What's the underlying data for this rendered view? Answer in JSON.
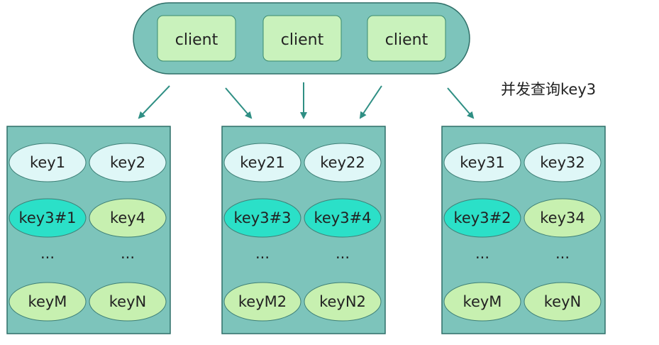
{
  "title": "并发查询key3",
  "clients": [
    "client",
    "client",
    "client"
  ],
  "nodes": [
    {
      "keys": [
        {
          "label": "key1",
          "kind": "plain"
        },
        {
          "label": "key2",
          "kind": "plain"
        },
        {
          "label": "key3#1",
          "kind": "hot"
        },
        {
          "label": "key4",
          "kind": "normal"
        },
        {
          "label": "...",
          "kind": "ellipsis"
        },
        {
          "label": "...",
          "kind": "ellipsis"
        },
        {
          "label": "keyM",
          "kind": "normal"
        },
        {
          "label": "keyN",
          "kind": "normal"
        }
      ]
    },
    {
      "keys": [
        {
          "label": "key21",
          "kind": "plain"
        },
        {
          "label": "key22",
          "kind": "plain"
        },
        {
          "label": "key3#3",
          "kind": "hot"
        },
        {
          "label": "key3#4",
          "kind": "hot"
        },
        {
          "label": "...",
          "kind": "ellipsis"
        },
        {
          "label": "...",
          "kind": "ellipsis"
        },
        {
          "label": "keyM2",
          "kind": "normal"
        },
        {
          "label": "keyN2",
          "kind": "normal"
        }
      ]
    },
    {
      "keys": [
        {
          "label": "key31",
          "kind": "plain"
        },
        {
          "label": "key32",
          "kind": "plain"
        },
        {
          "label": "key3#2",
          "kind": "hot"
        },
        {
          "label": "key34",
          "kind": "normal"
        },
        {
          "label": "...",
          "kind": "ellipsis"
        },
        {
          "label": "...",
          "kind": "ellipsis"
        },
        {
          "label": "keyM",
          "kind": "normal"
        },
        {
          "label": "keyN",
          "kind": "normal"
        }
      ]
    }
  ],
  "colors": {
    "container": "#7dc4bb",
    "container_stroke": "#2f6f68",
    "client_box": "#c9f2bc",
    "plain_key": "#dff7f7",
    "hot_key": "#2be0c8",
    "normal_key": "#c7f0b0",
    "arrow": "#2f8f84"
  }
}
